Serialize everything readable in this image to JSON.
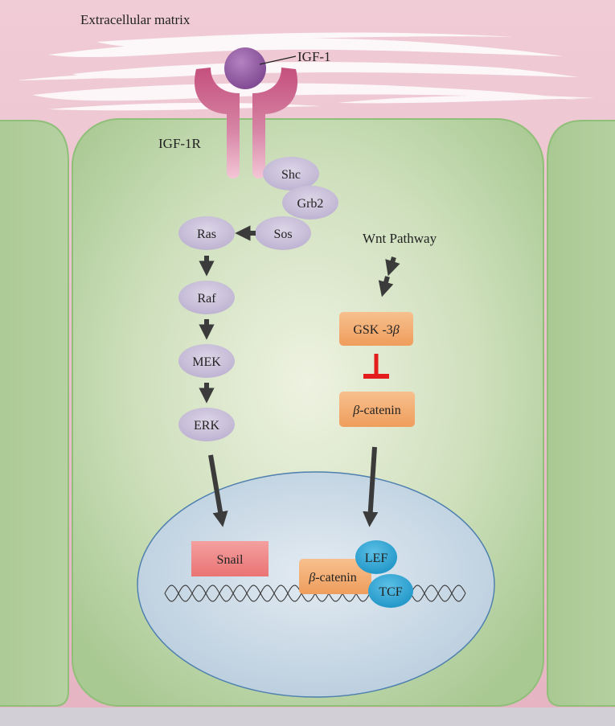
{
  "extracellular_label": "Extracellular matrix",
  "ligand_label": "IGF-1",
  "receptor_label": "IGF-1R",
  "adaptors": {
    "shc": "Shc",
    "grb2": "Grb2",
    "sos": "Sos"
  },
  "mapk_cascade": [
    "Ras",
    "Raf",
    "MEK",
    "ERK"
  ],
  "wnt": {
    "pathway_label": "Wnt Pathway",
    "gsk_prefix": "GSK -3",
    "gsk_greek": "β",
    "beta_greek": "β",
    "beta_suffix": "-catenin"
  },
  "nucleus": {
    "snail_label": "Snail",
    "lef_label": "LEF",
    "tcf_label": "TCF",
    "beta_greek": "β",
    "beta_suffix": "-catenin"
  },
  "colors": {
    "ecm": "#ecc4cf",
    "cell": "#b8d1a2",
    "cell_border": "#8fbf78",
    "receptor": "#c85a84",
    "ligand": "#9a62a8",
    "protein": "#c9c0d8",
    "gsk_box": "#f3ac70",
    "nucleus": "#c8d6e2",
    "snail_box": "#ef8686",
    "lef_tcf": "#33a9d8",
    "arrow": "#3b3b3b",
    "inhibition": "#e41c1c"
  }
}
